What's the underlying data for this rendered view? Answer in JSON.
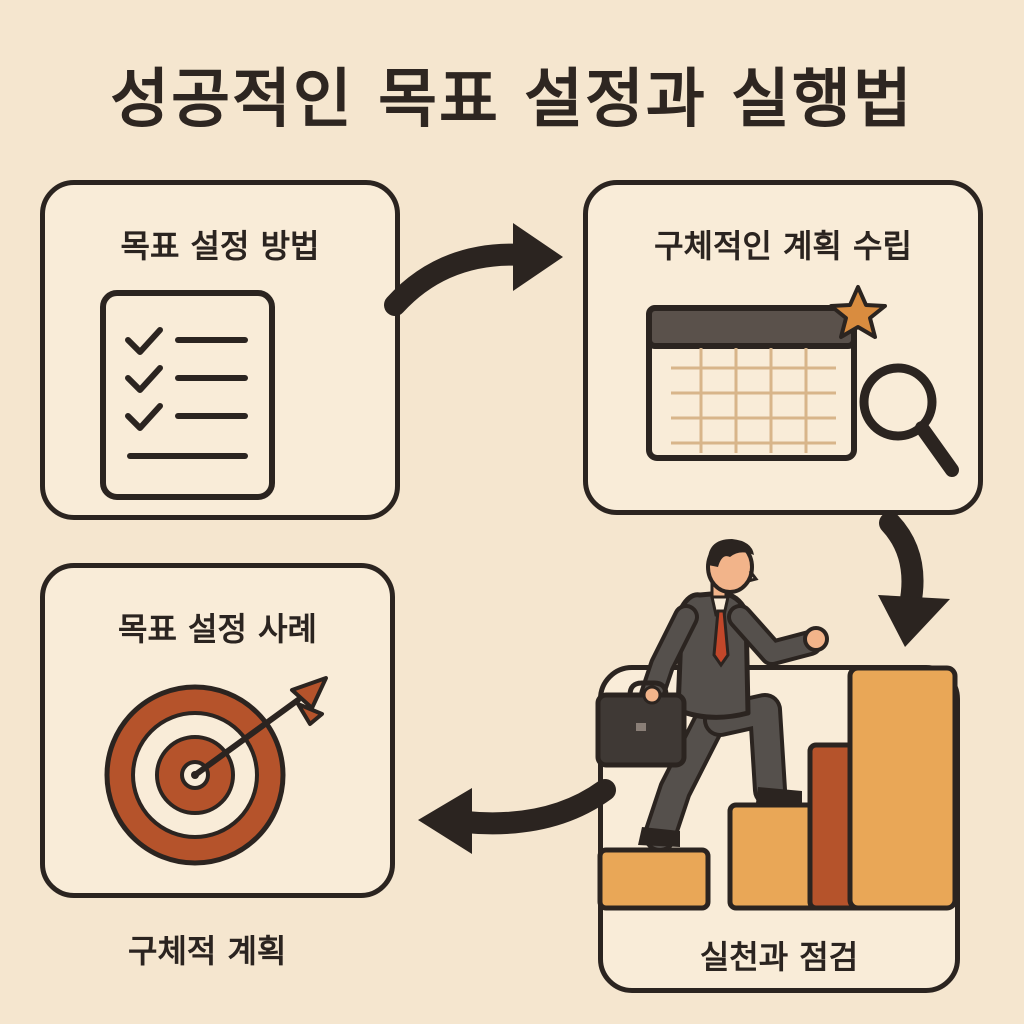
{
  "title": "성공적인 목표 설정과 실행법",
  "steps": [
    {
      "label": "목표 설정 방법",
      "icon": "checklist-icon"
    },
    {
      "label": "구체적인 계획 수립",
      "icon": "calendar-search-icon"
    },
    {
      "label": "실천과 점검",
      "icon": "climbing-stairs-icon"
    },
    {
      "label": "목표 설정 사례",
      "icon": "target-arrow-icon"
    }
  ],
  "caption_left": "구체적 계획",
  "colors": {
    "background": "#f5e6cf",
    "card": "#f9ecd8",
    "outline": "#2b2420",
    "accent_orange": "#e9a757",
    "accent_rust": "#b5532b",
    "star": "#d98c3f"
  }
}
